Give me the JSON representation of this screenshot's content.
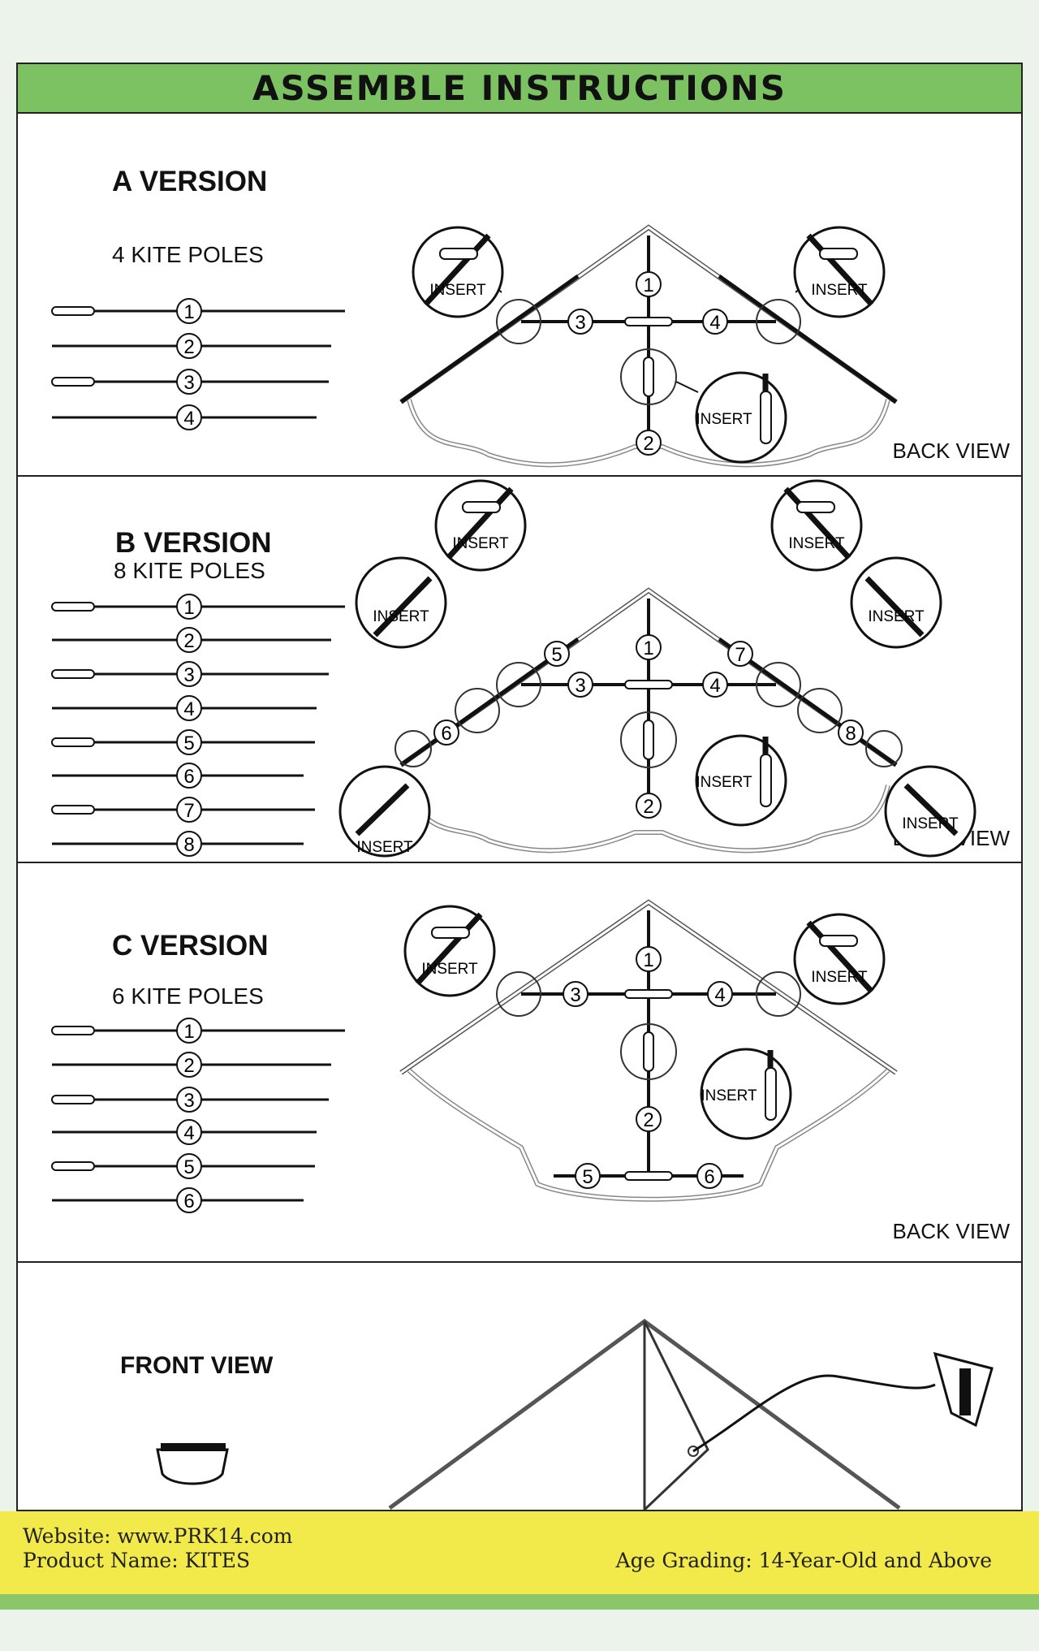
{
  "header": {
    "title": "ASSEMBLE INSTRUCTIONS"
  },
  "labels": {
    "insert": "INSERT",
    "back_view": "BACK VIEW"
  },
  "sections": [
    {
      "title": "A VERSION",
      "subtitle": "4 KITE POLES",
      "poles": [
        "1",
        "2",
        "3",
        "4"
      ]
    },
    {
      "title": "B VERSION",
      "subtitle": "8 KITE POLES",
      "poles": [
        "1",
        "2",
        "3",
        "4",
        "5",
        "6",
        "7",
        "8"
      ]
    },
    {
      "title": "C VERSION",
      "subtitle": "6 KITE POLES",
      "poles": [
        "1",
        "2",
        "3",
        "4",
        "5",
        "6"
      ]
    },
    {
      "title": "FRONT VIEW"
    }
  ],
  "footer": {
    "website": "Website: www.PRK14.com",
    "product": "Product Name: KITES",
    "age": "Age Grading: 14-Year-Old and Above"
  },
  "colors": {
    "header_green": "#7cc263",
    "footer_yellow": "#f2e94b",
    "footer_bar": "#8bc66a"
  }
}
